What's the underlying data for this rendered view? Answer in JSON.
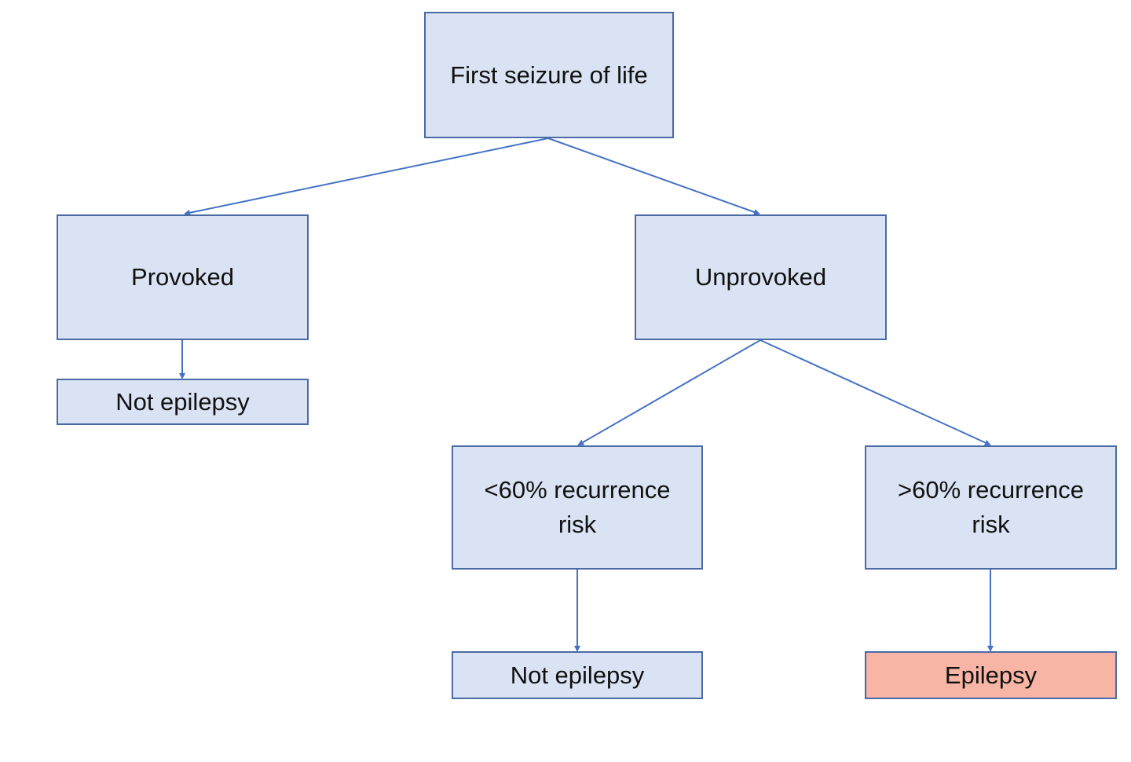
{
  "colors": {
    "node_fill": "#dae3f3",
    "node_border": "#4a6aa5",
    "connector": "#4472c4",
    "highlight_fill": "#f8b5a5"
  },
  "nodes": {
    "first_seizure": "First seizure of life",
    "provoked": "Provoked",
    "unprovoked": "Unprovoked",
    "not_epilepsy_left": "Not epilepsy",
    "low_risk": "<60% recurrence risk",
    "high_risk": ">60% recurrence risk",
    "not_epilepsy_mid": "Not epilepsy",
    "epilepsy": "Epilepsy"
  }
}
